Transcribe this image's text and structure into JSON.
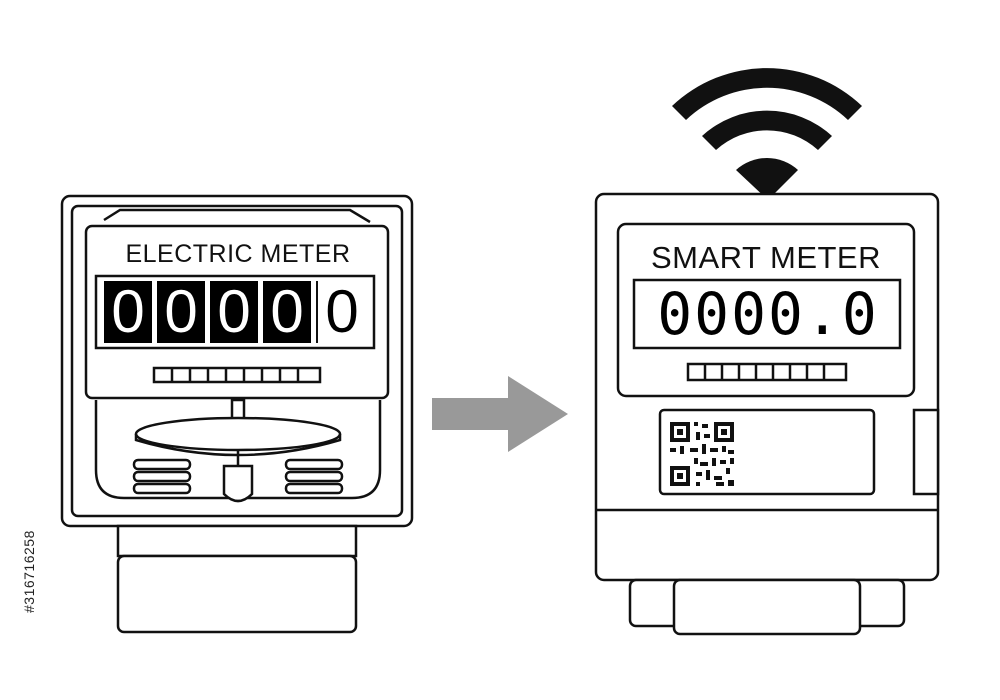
{
  "left_meter": {
    "title": "ELECTRIC METER",
    "digits": [
      "0",
      "0",
      "0",
      "0",
      "0"
    ]
  },
  "right_meter": {
    "title": "SMART METER",
    "reading": "0000.0"
  },
  "stock_id": "#316716258",
  "colors": {
    "outline": "#111111",
    "arrow": "#999999",
    "background": "#ffffff"
  },
  "icons": [
    "wifi-icon",
    "arrow-right-icon",
    "qr-code-icon"
  ]
}
